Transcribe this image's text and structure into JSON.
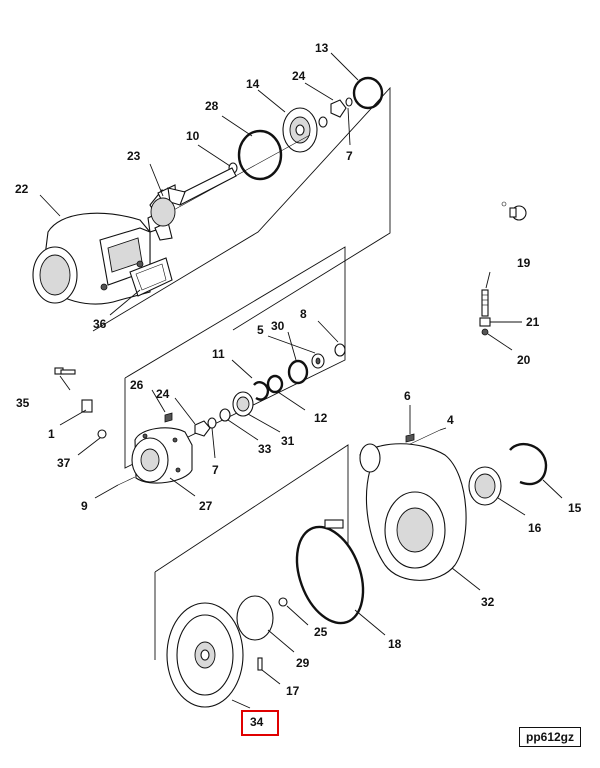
{
  "diagram": {
    "drawing_code": "pp612gz",
    "highlighted_part": "34",
    "callouts": [
      "13",
      "24",
      "14",
      "28",
      "10",
      "7",
      "23",
      "22",
      "36",
      "19",
      "21",
      "20",
      "8",
      "5",
      "30",
      "11",
      "12",
      "35",
      "26",
      "24",
      "1",
      "33",
      "31",
      "7",
      "37",
      "9",
      "27",
      "6",
      "4",
      "15",
      "16",
      "32",
      "25",
      "18",
      "29",
      "17",
      "34"
    ],
    "highlight_color": "#e00000",
    "line_color": "#111111"
  }
}
